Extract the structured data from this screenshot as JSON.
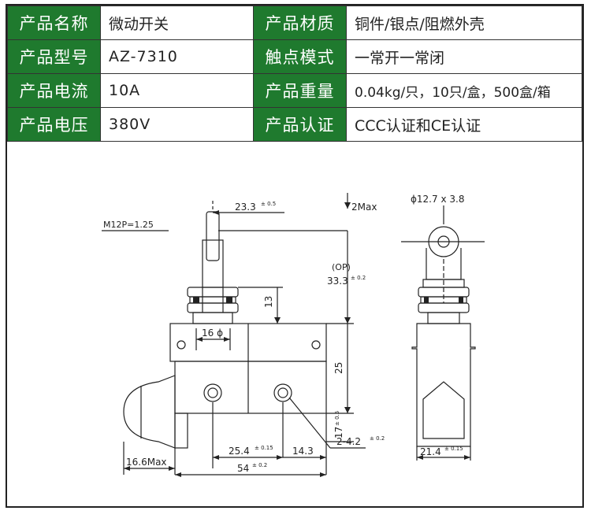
{
  "specs": [
    {
      "label_left": "产品名称",
      "value_left": "微动开关",
      "label_right": "产品材质",
      "value_right": "铜件/银点/阻燃外壳"
    },
    {
      "label_left": "产品型号",
      "value_left": "AZ-7310",
      "label_right": "触点模式",
      "value_right": "一常开一常闭"
    },
    {
      "label_left": "产品电流",
      "value_left": "10A",
      "label_right": "产品重量",
      "value_right": "0.04kg/只，10只/盒，500盒/箱"
    },
    {
      "label_left": "产品电压",
      "value_left": "380V",
      "label_right": "产品认证",
      "value_right": "CCC认证和CE认证"
    }
  ],
  "drawing": {
    "thread": "M12P=1.25",
    "dim_23_3": "23.3",
    "tol_23_3": "± 0.5",
    "max_travel": "2Max",
    "op_label": "(OP)",
    "dim_33_3": "33.3",
    "tol_33_3": "± 0.2",
    "dim_13": "13",
    "dim_16": "16 ϕ",
    "dim_25": "25",
    "dim_17": "17",
    "tol_17": "± 0.5",
    "dim_25_4": "25.4",
    "tol_25_4": "± 0.15",
    "dim_14_3": "14.3",
    "holes": "2-4.2",
    "tol_holes": "± 0.2",
    "dim_16_6": "16.6Max",
    "dim_54": "54",
    "tol_54": "± 0.2",
    "roller": "ϕ12.7 x 3.8",
    "dim_21_4": "21.4",
    "tol_21_4": "± 0.15"
  }
}
